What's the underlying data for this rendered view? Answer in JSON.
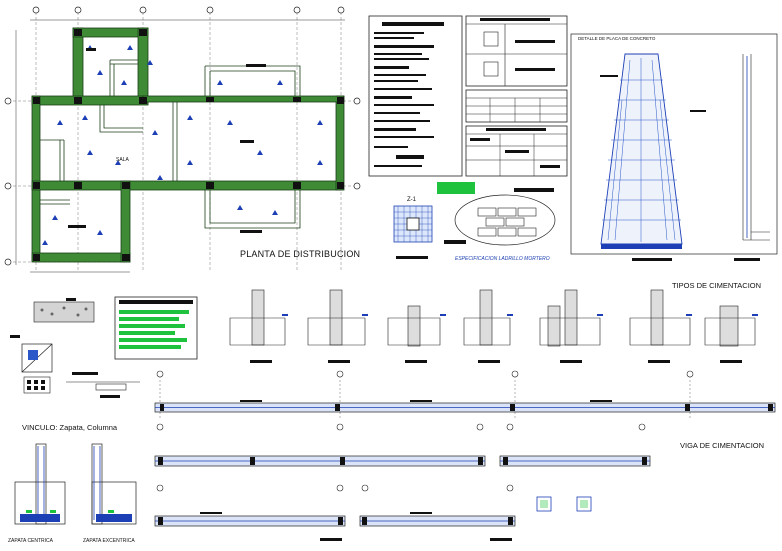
{
  "drawing": {
    "plan_title": "PLANTA DE DISTRIBUCION",
    "plan_room_label": "SALA",
    "slab_detail_title": "DETALLE DE PLACA DE CONCRETO",
    "footing_mark": "Z-1",
    "masonry_spec": "ESPECIFICACION LADRILLO MORTERO",
    "foundation_types_title": "TIPOS DE CIMENTACION",
    "joint_title": "VINCULO: Zapata, Columna",
    "foundation_beam_title": "VIGA DE CIMENTACION",
    "centric_footing": "ZAPATA CENTRICA",
    "eccentric_footing": "ZAPATA EXCENTRICA"
  },
  "colors": {
    "wall": "#2f6b2a",
    "wall_fill": "#3f8a35",
    "rebar": "#1d3fb5",
    "accent_green": "#1fc23c",
    "ink": "#111111",
    "grid": "#444444",
    "hatch_blue": "#2a58c9"
  }
}
